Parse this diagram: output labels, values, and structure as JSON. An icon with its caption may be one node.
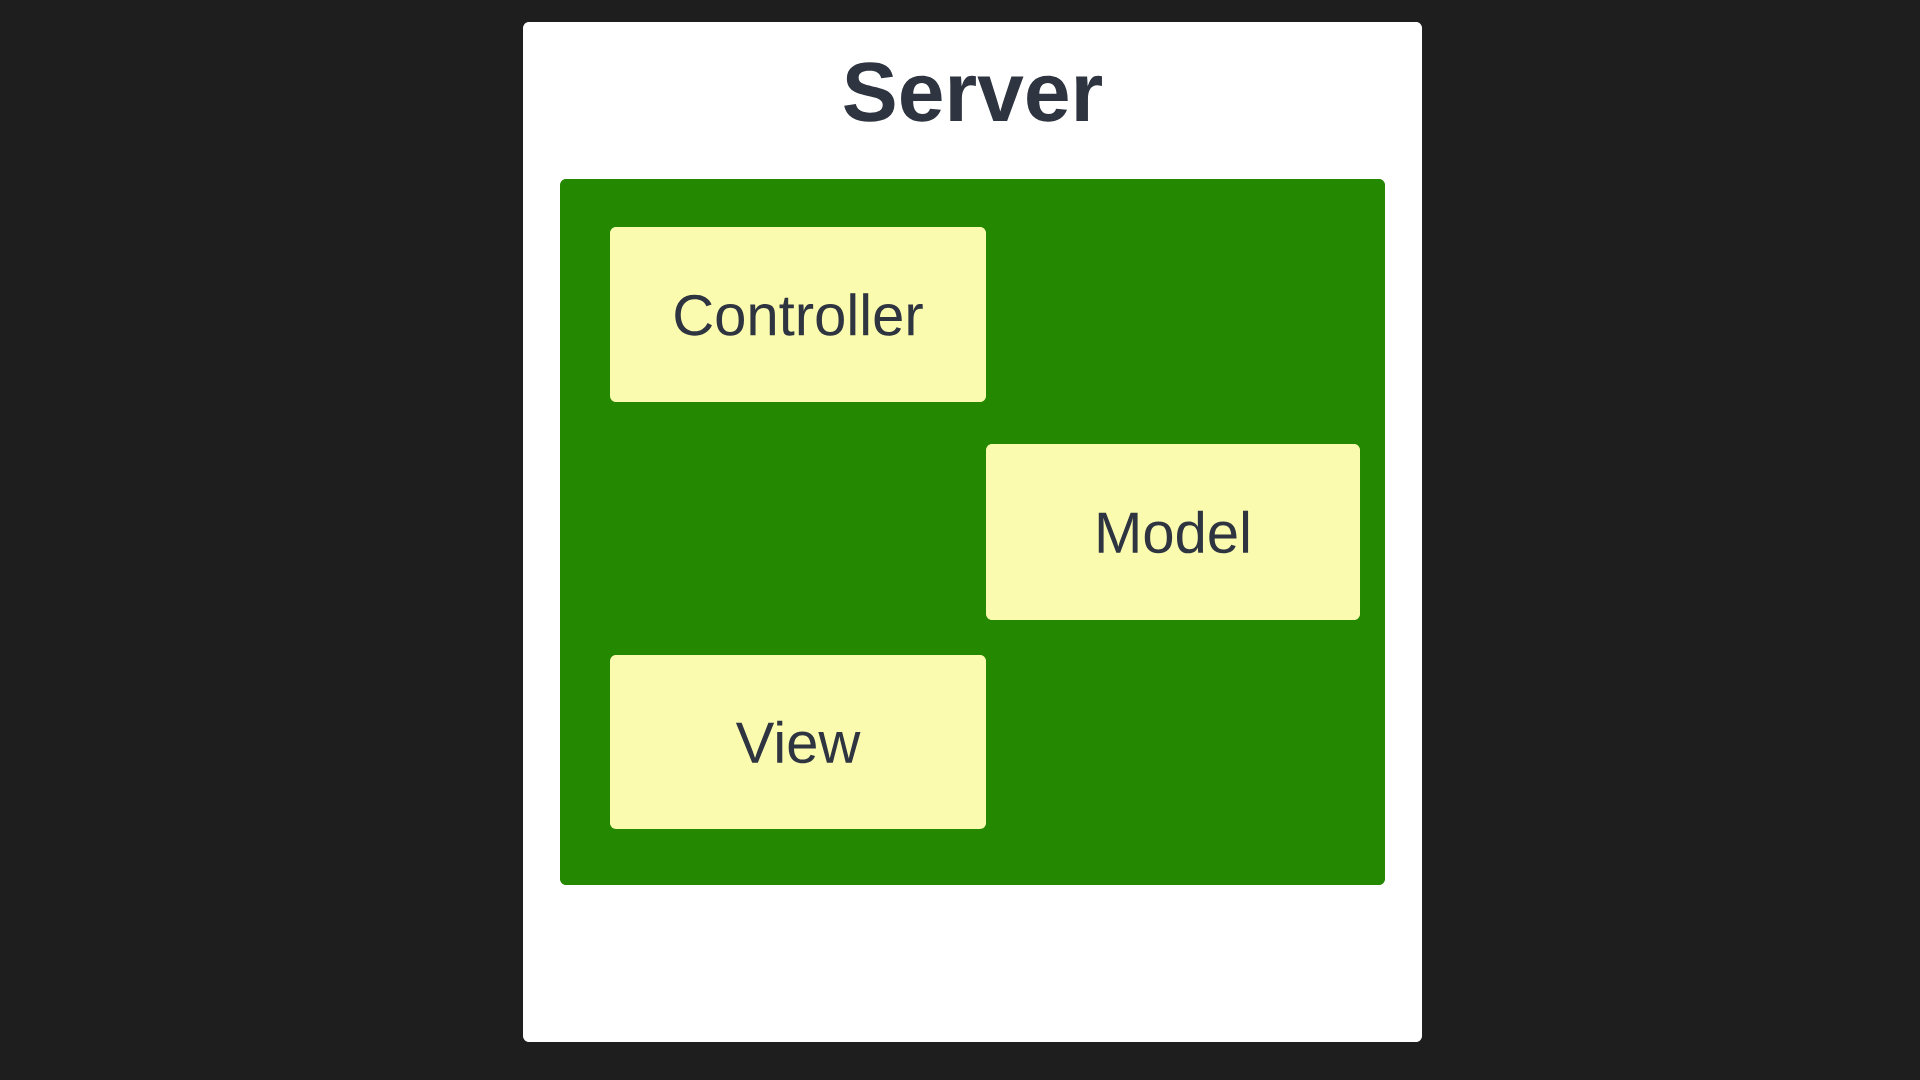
{
  "diagram": {
    "nodes": [
      {
        "text": [
          "Server"
        ]
      },
      {
        "text": [],
        "shape": "box",
        "in": 0
      },
      {
        "text": [
          "Controller"
        ],
        "in": 1
      },
      {
        "text": [
          "Model"
        ],
        "in": 1
      },
      {
        "text": [
          "View"
        ],
        "in": 1
      }
    ],
    "edges": []
  }
}
